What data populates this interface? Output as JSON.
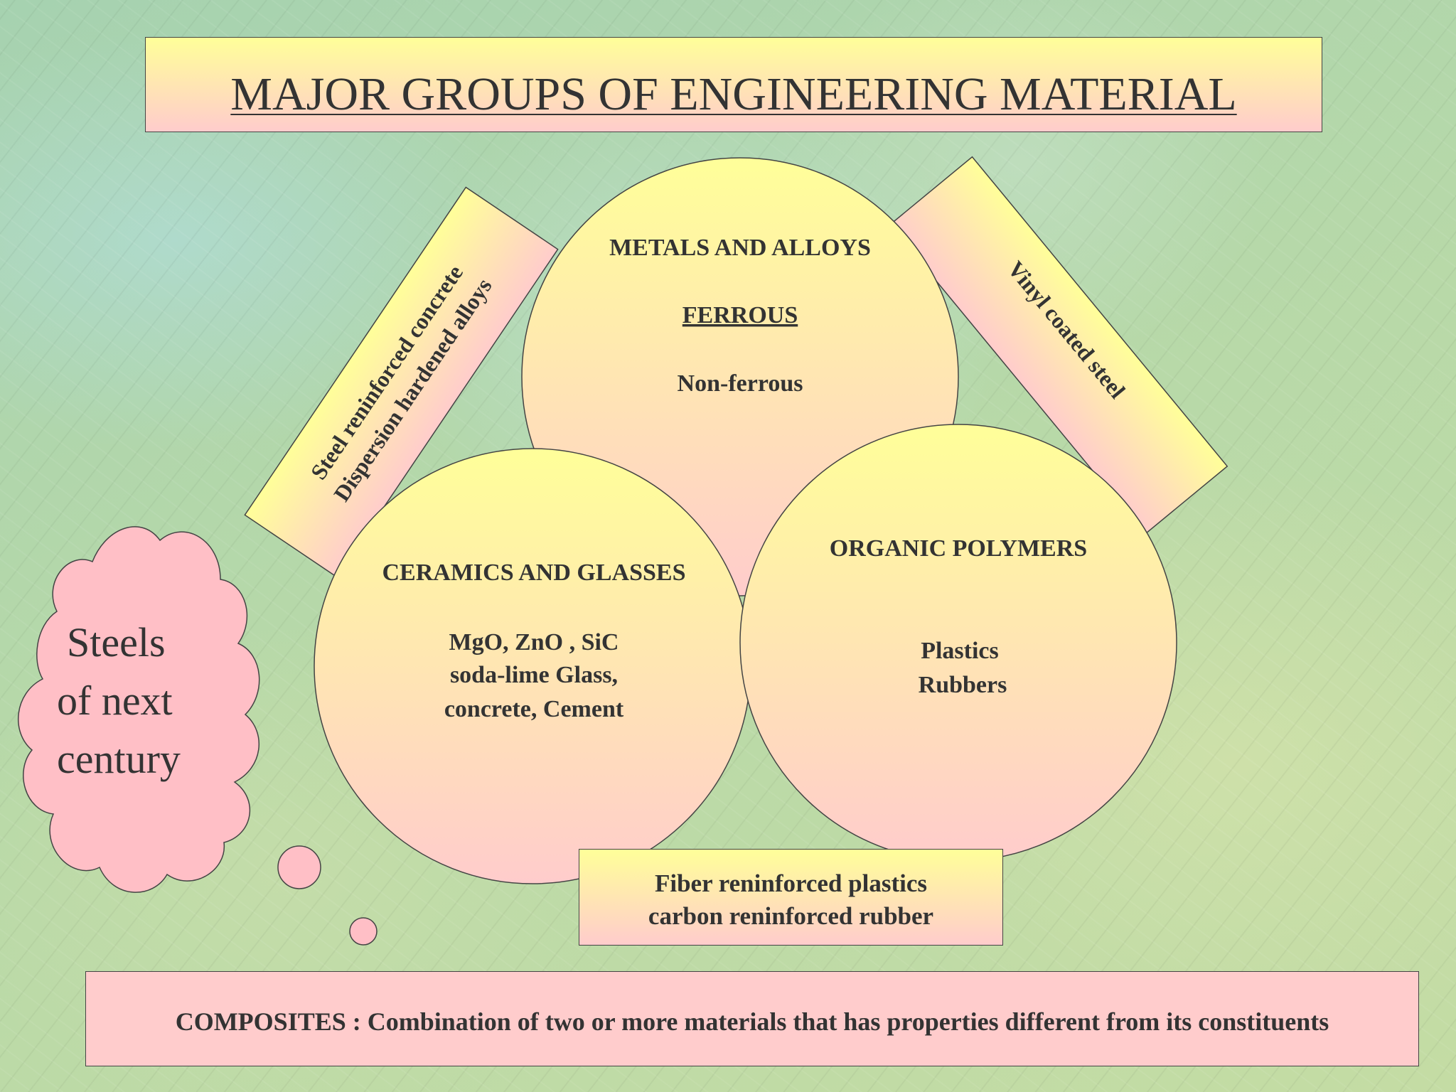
{
  "title": "MAJOR GROUPS OF ENGINEERING MATERIAL",
  "circles": {
    "metals": {
      "heading": "METALS AND ALLOYS",
      "items": [
        "FERROUS",
        "Non-ferrous"
      ]
    },
    "ceramics": {
      "heading": "CERAMICS AND GLASSES",
      "items": [
        "MgO, ZnO , SiC",
        "soda-lime  Glass,",
        "concrete, Cement"
      ]
    },
    "polymers": {
      "heading": "ORGANIC POLYMERS",
      "items": [
        "Plastics",
        "Rubbers"
      ]
    }
  },
  "tilted_left": {
    "lines": [
      "Steel reninforced concrete",
      "Dispersion hardened alloys"
    ]
  },
  "tilted_right": {
    "lines": [
      "Vinyl coated steel"
    ]
  },
  "fiber_box": {
    "lines": [
      "Fiber reninforced plastics",
      "carbon reninforced rubber"
    ]
  },
  "cloud": {
    "lines": [
      "Steels",
      "of next",
      "century"
    ]
  },
  "composites": "COMPOSITES : Combination of two or more materials that has properties different from its constituents",
  "colors": {
    "fill_top": "#ffff99",
    "fill_bottom": "#ffcccc",
    "cloud_fill": "#ffbfc6",
    "outline": "#444444"
  }
}
